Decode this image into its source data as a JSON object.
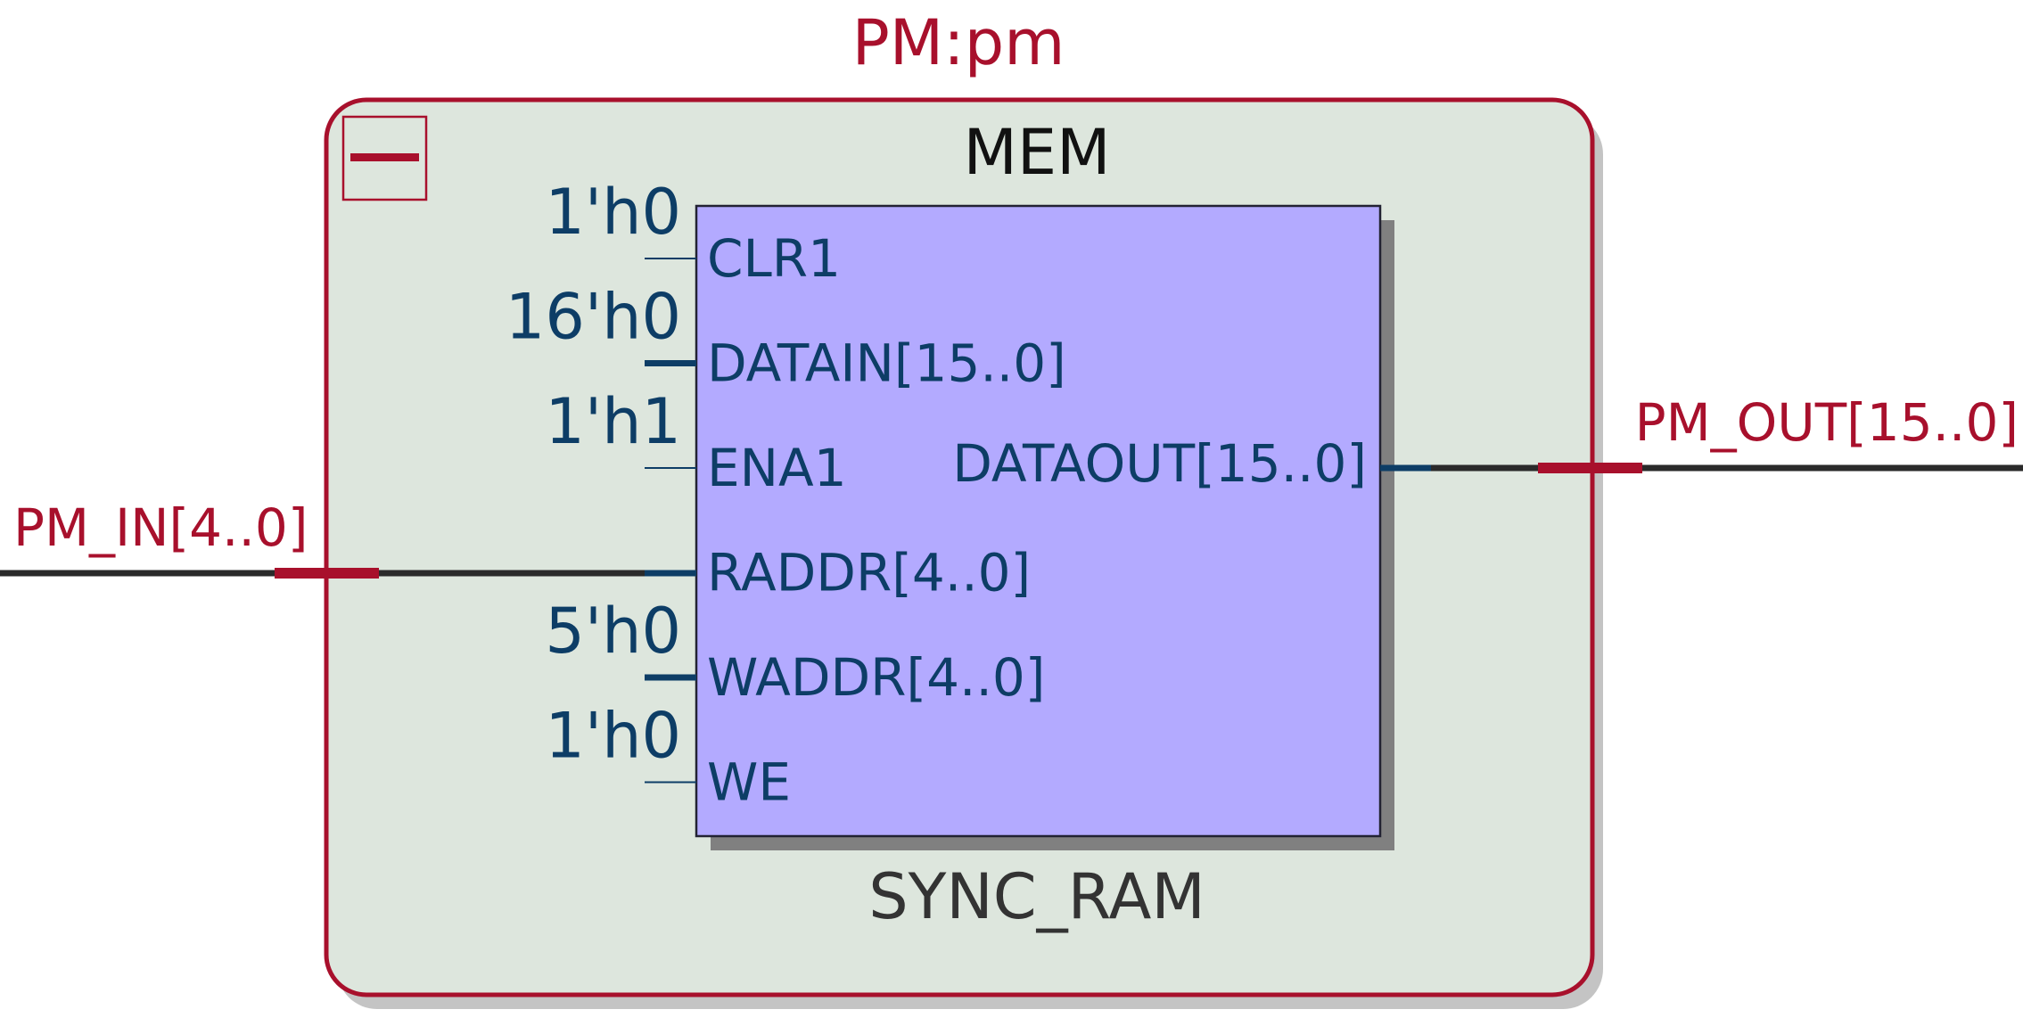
{
  "module": {
    "title": "PM:pm",
    "collapse_control": "collapse-minus-icon"
  },
  "instance": {
    "name": "MEM",
    "type": "SYNC_RAM"
  },
  "input_ports": [
    {
      "name": "CLR1",
      "constant": "1'h0",
      "bus": false
    },
    {
      "name": "DATAIN[15..0]",
      "constant": "16'h0",
      "bus": true
    },
    {
      "name": "ENA1",
      "constant": "1'h1",
      "bus": false
    },
    {
      "name": "RADDR[4..0]",
      "constant": "",
      "bus": true
    },
    {
      "name": "WADDR[4..0]",
      "constant": "5'h0",
      "bus": true
    },
    {
      "name": "WE",
      "constant": "1'h0",
      "bus": false
    }
  ],
  "output_ports": [
    {
      "name": "DATAOUT[15..0]",
      "bus": true
    }
  ],
  "external_pins": {
    "input": "PM_IN[4..0]",
    "output": "PM_OUT[15..0]"
  },
  "colors": {
    "module_border": "#a8102c",
    "module_fill": "#dde6dd",
    "module_shadow": "#c4c4c4",
    "block_fill": "#b3aaff",
    "block_border": "#222233",
    "block_shadow": "#808080",
    "port_text": "#0d3d66",
    "pin_text": "#a8102c",
    "wire": "#2a2a2a",
    "label_text": "#111111",
    "type_text": "#333333"
  }
}
